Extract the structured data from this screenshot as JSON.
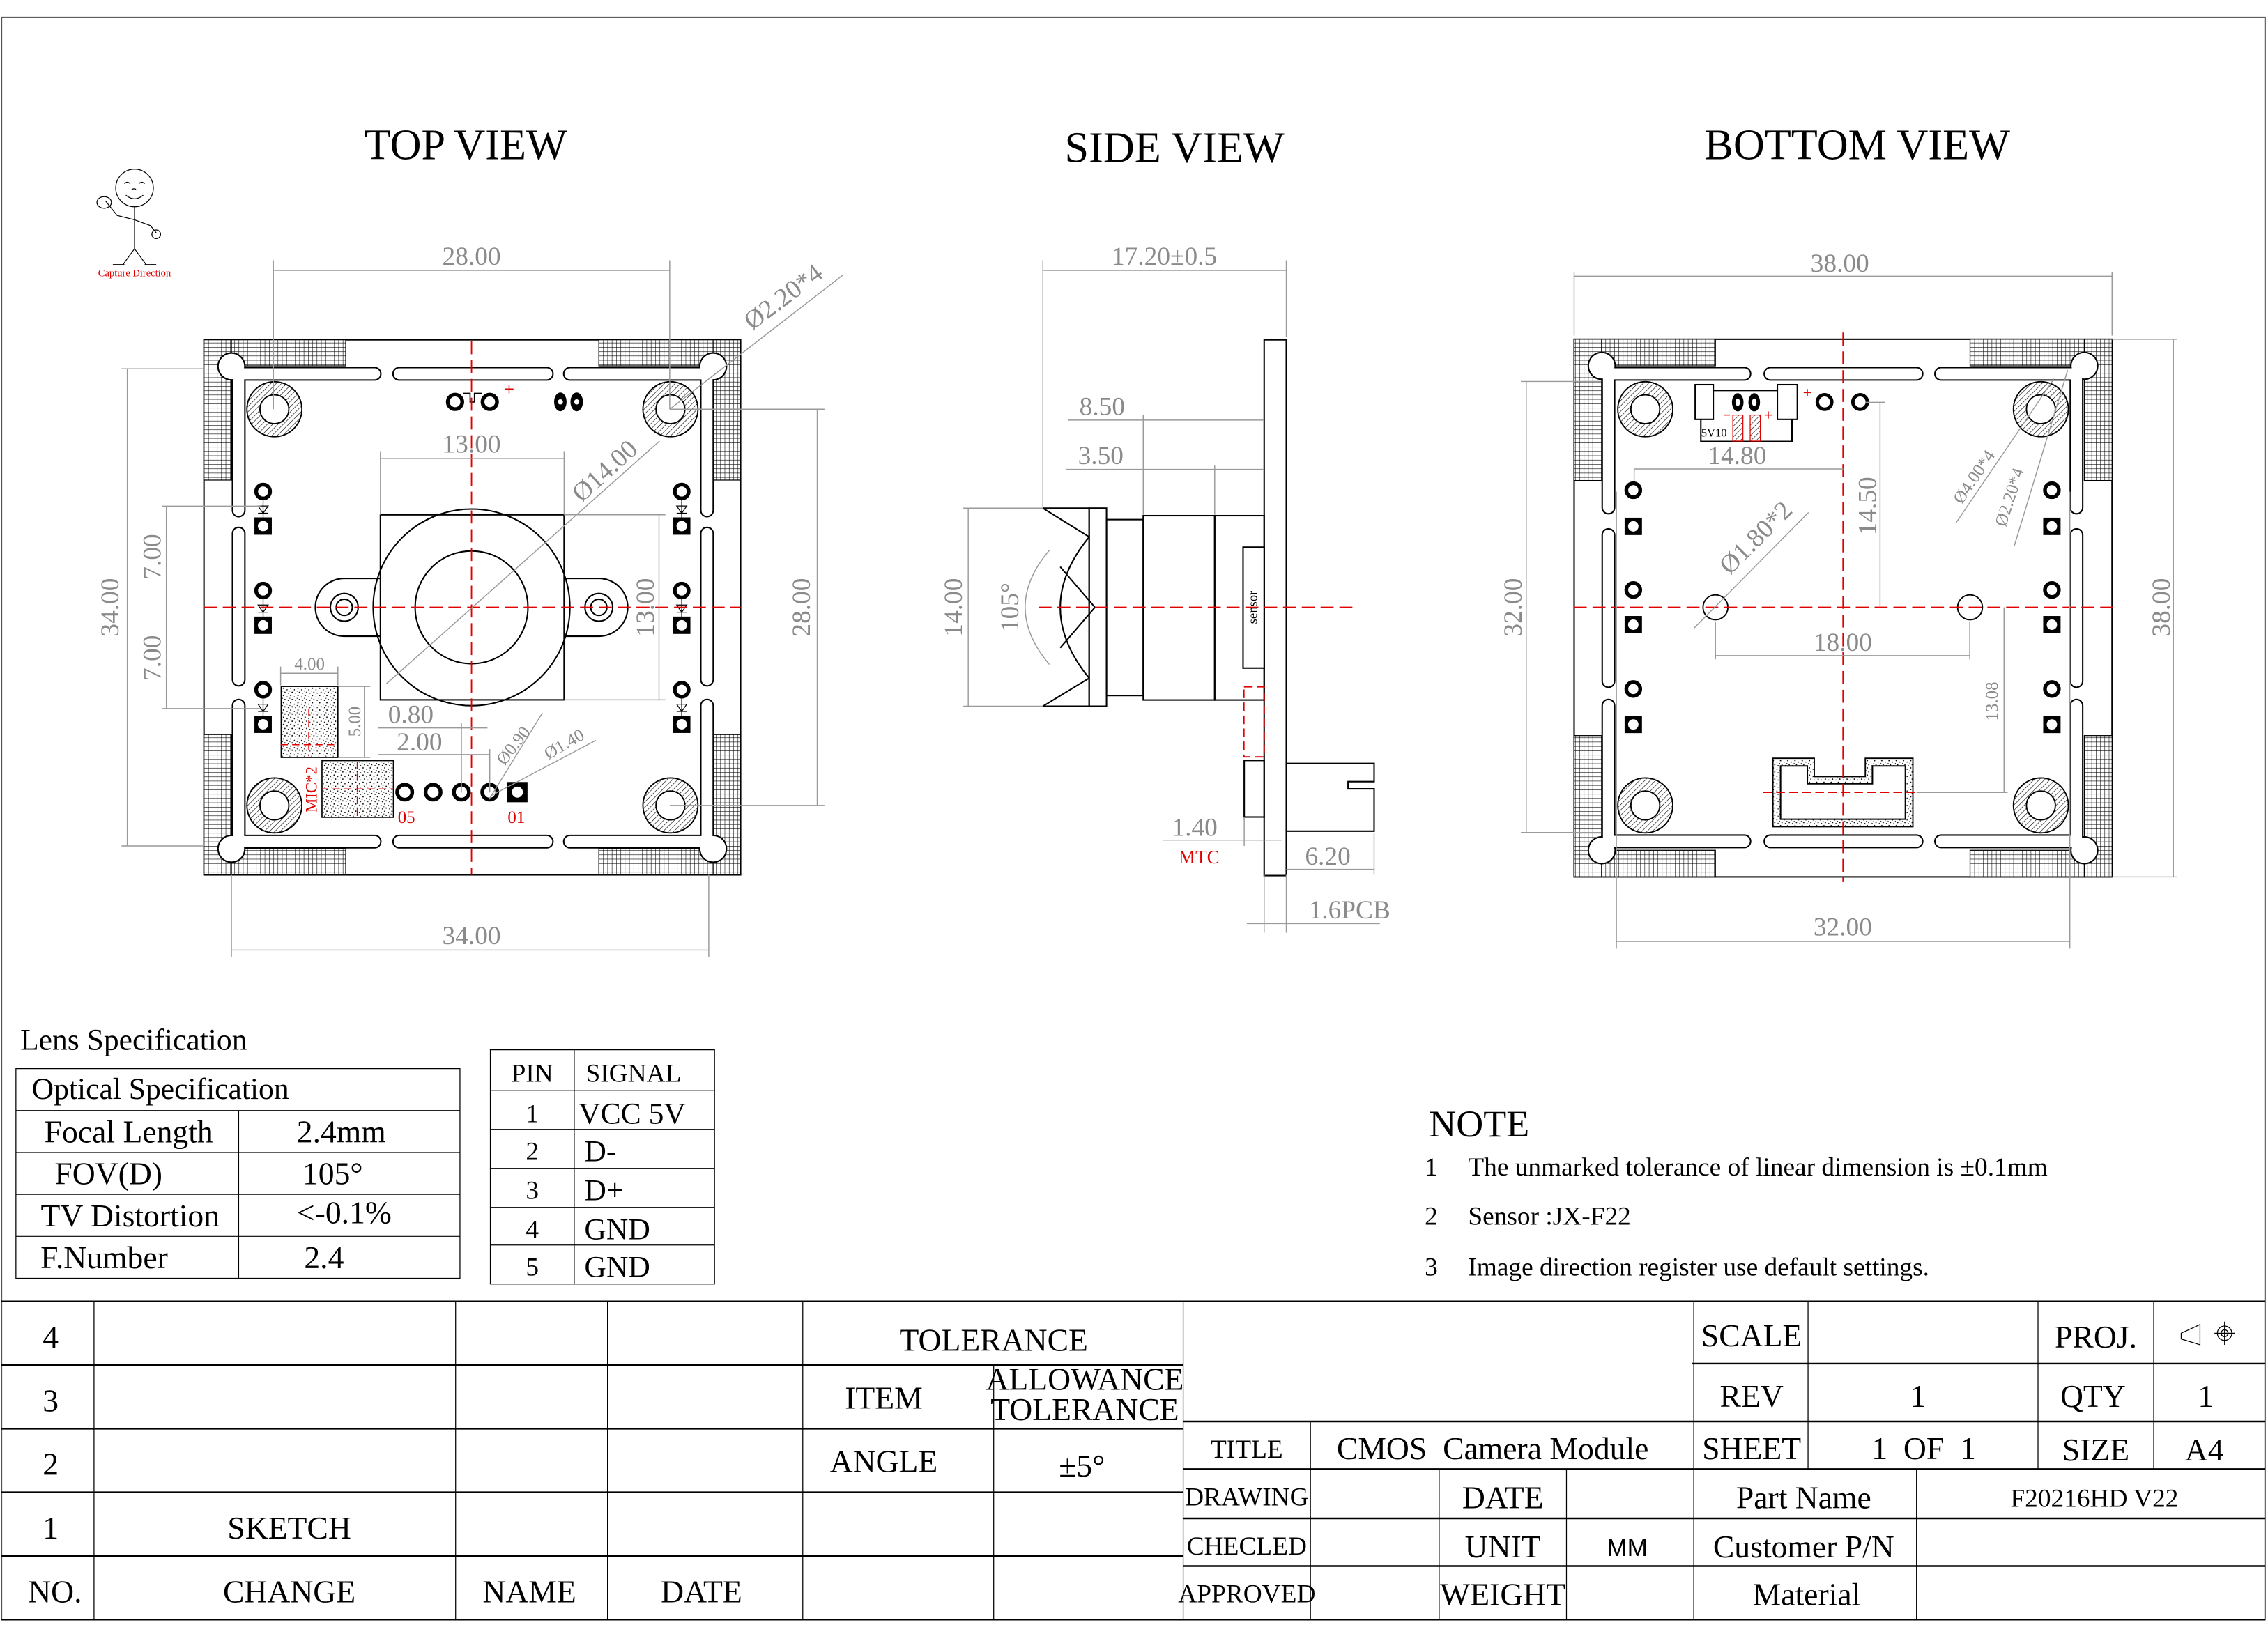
{
  "views": {
    "top_title": "TOP VIEW",
    "side_title": "SIDE VIEW",
    "bottom_title": "BOTTOM VIEW"
  },
  "capture_direction": "Capture Direction",
  "top_view": {
    "dims": {
      "hole_spacing_x": "28.00",
      "hole_dia": "Ø2.20*4",
      "lens_width": "13.00",
      "lens_dia": "Ø14.00",
      "board_height": "34.00",
      "offset_upper": "7.00",
      "offset_lower": "7.00",
      "lens_height": "13.00",
      "hole_spacing_y": "28.00",
      "board_width": "34.00",
      "mic_width": "4.00",
      "mic_height": "5.00",
      "pitch_a": "0.80",
      "pitch_b": "2.00",
      "pin_dia": "Ø0.90",
      "pad_dia": "Ø1.40"
    },
    "labels": {
      "mic": "MIC*2",
      "pin_first": "05",
      "pin_last": "01"
    }
  },
  "side_view": {
    "dims": {
      "total_length": "17.20±0.5",
      "barrel_length": "8.50",
      "holder_length": "3.50",
      "lens_dia": "14.00",
      "fov": "105°",
      "mic_height": "1.40",
      "connector_height": "6.20",
      "pcb_thickness": "1.6PCB"
    },
    "labels": {
      "sensor": "sensor",
      "mtc": "MTC"
    }
  },
  "bottom_view": {
    "dims": {
      "board_width": "38.00",
      "hole_spacing_x": "32.00",
      "hole_spacing_y": "32.00",
      "board_height": "38.00",
      "connector_offset_x": "14.80",
      "connector_offset_y": "14.50",
      "mount_spacing": "18.00",
      "plug_offset": "13.08",
      "mount_hole_dia": "Ø1.80*2",
      "ring_dia": "Ø4.00*4",
      "hole_dia": "Ø2.20*4"
    },
    "labels": {
      "connector": "5V10"
    }
  },
  "lens_spec": {
    "title": "Lens Specification",
    "header": "Optical Specification",
    "rows": [
      {
        "label": "Focal Length",
        "value": "2.4mm"
      },
      {
        "label": "FOV(D)",
        "value": "105°"
      },
      {
        "label": "TV Distortion",
        "value": "<-0.1%"
      },
      {
        "label": "F.Number",
        "value": "2.4"
      }
    ]
  },
  "pin_table": {
    "headers": [
      "PIN",
      "SIGNAL"
    ],
    "rows": [
      {
        "pin": "1",
        "signal": "VCC 5V"
      },
      {
        "pin": "2",
        "signal": "D-"
      },
      {
        "pin": "3",
        "signal": "D+"
      },
      {
        "pin": "4",
        "signal": "GND"
      },
      {
        "pin": "5",
        "signal": "GND"
      }
    ]
  },
  "notes": {
    "title": "NOTE",
    "items": [
      {
        "num": "1",
        "text": "The unmarked tolerance of linear dimension is ±0.1mm"
      },
      {
        "num": "2",
        "text": "Sensor :JX-F22"
      },
      {
        "num": "3",
        "text": "Image direction register use default settings."
      }
    ]
  },
  "revision_table": {
    "rows": [
      "4",
      "3",
      "2",
      "1"
    ],
    "row1_change": "SKETCH",
    "headers": {
      "no": "NO.",
      "change": "CHANGE",
      "name": "NAME",
      "date": "DATE"
    }
  },
  "tolerance": {
    "title": "TOLERANCE",
    "item_header": "ITEM",
    "allowance_header_1": "ALLOWANCE",
    "allowance_header_2": "TOLERANCE",
    "item": "ANGLE",
    "value": "±5°"
  },
  "title_block": {
    "scale_label": "SCALE",
    "scale_value": "",
    "proj_label": "PROJ.",
    "rev_label": "REV",
    "rev_value": "1",
    "qty_label": "QTY",
    "qty_value": "1",
    "title_label": "TITLE",
    "title_value": "CMOS  Camera Module",
    "sheet_label": "SHEET",
    "sheet_value": "1  OF  1",
    "size_label": "SIZE",
    "size_value": "A4",
    "drawing_label": "DRAWING",
    "date_label": "DATE",
    "part_name_label": "Part Name",
    "part_name_value": "F20216HD V22",
    "checked_label": "CHECLED",
    "unit_label": "UNIT",
    "unit_value": "MM",
    "customer_pn_label": "Customer P/N",
    "approved_label": "APPROVED",
    "weight_label": "WEIGHT",
    "material_label": "Material"
  }
}
